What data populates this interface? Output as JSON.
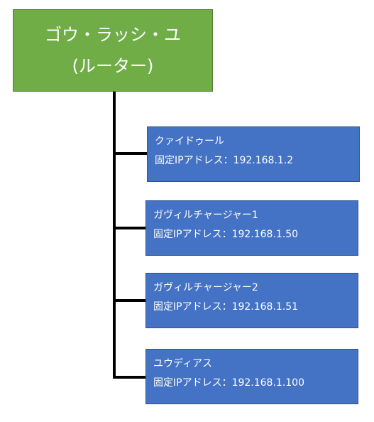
{
  "root": {
    "line1": "ゴウ・ラッシ・ユ",
    "line2": "(ルーター)",
    "color": "#70ad47"
  },
  "nodes": [
    {
      "name": "クァイドゥール",
      "ip": "固定IPアドレス：192.168.1.2"
    },
    {
      "name": "ガヴィルチャージャー1",
      "ip": "固定IPアドレス：192.168.1.50"
    },
    {
      "name": "ガヴィルチャージャー2",
      "ip": "固定IPアドレス：192.168.1.51"
    },
    {
      "name": "ユウディアス",
      "ip": "固定IPアドレス：192.168.1.100"
    }
  ],
  "node_color": "#4472c4",
  "connector_color": "#000000"
}
